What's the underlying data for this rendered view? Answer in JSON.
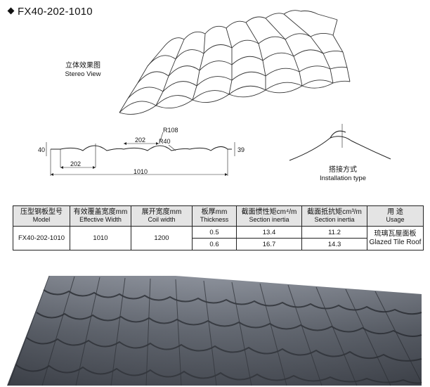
{
  "header": {
    "model_title": "FX40-202-1010"
  },
  "stereo_caption": {
    "zh": "立体效果图",
    "en": "Stereo View"
  },
  "profile_dims": {
    "r108": "R108",
    "r40": "R40",
    "d202_top": "202",
    "d202_left": "202",
    "d1010": "1010",
    "h40": "40",
    "h39": "39"
  },
  "install_caption": {
    "zh": "搭接方式",
    "en": "Installation type"
  },
  "table": {
    "headers": [
      {
        "zh": "压型钢板型号",
        "en": "Model"
      },
      {
        "zh": "有效覆盖宽度mm",
        "en": "Effective Width"
      },
      {
        "zh": "展开宽度mm",
        "en": "Coil width"
      },
      {
        "zh": "板厚mm",
        "en": "Thickness"
      },
      {
        "zh": "截面惯性矩cm⁴/m",
        "en": "Section inertia"
      },
      {
        "zh": "截面抵抗矩cm³/m",
        "en": "Section inertia"
      },
      {
        "zh": "用 途",
        "en": "Usage"
      }
    ],
    "model": "FX40-202-1010",
    "effective_width": "1010",
    "coil_width": "1200",
    "rows": [
      {
        "thickness": "0.5",
        "inertia": "13.4",
        "modulus": "11.2"
      },
      {
        "thickness": "0.6",
        "inertia": "16.7",
        "modulus": "14.3"
      }
    ],
    "usage": {
      "zh": "琉璃瓦屋面板",
      "en": "Glazed Tile Roof"
    }
  }
}
